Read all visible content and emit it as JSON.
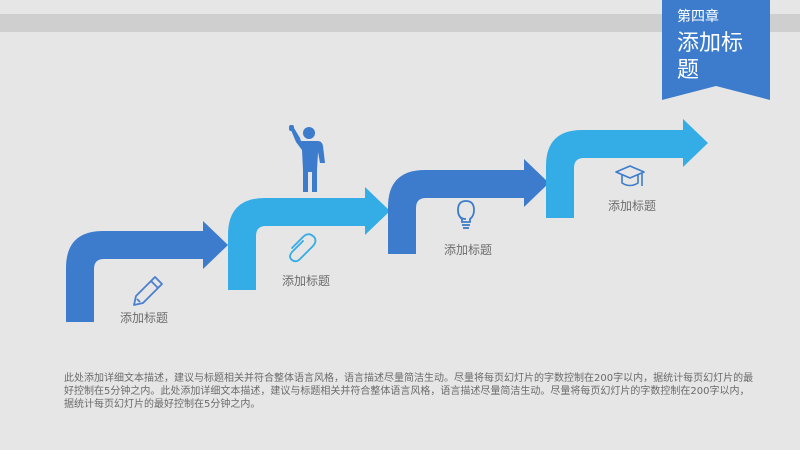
{
  "header": {
    "chapter_label": "第四章",
    "chapter_title": "添加标题",
    "accent_color": "#3d7ccc"
  },
  "steps": [
    {
      "label": "添加标题",
      "icon": "pencil-icon",
      "color": "#3d7ccc"
    },
    {
      "label": "添加标题",
      "icon": "paperclip-icon",
      "color": "#34ade6"
    },
    {
      "label": "添加标题",
      "icon": "lightbulb-icon",
      "color": "#3d7ccc"
    },
    {
      "label": "添加标题",
      "icon": "graduation-cap-icon",
      "color": "#34ade6"
    }
  ],
  "figure": {
    "icon": "person-waving-icon",
    "color": "#3d7ccc"
  },
  "description": "此处添加详细文本描述，建议与标题相关并符合整体语言风格，语言描述尽量简洁生动。尽量将每页幻灯片的字数控制在200字以内，据统计每页幻灯片的最好控制在5分钟之内。此处添加详细文本描述，建议与标题相关并符合整体语言风格，语言描述尽量简洁生动。尽量将每页幻灯片的字数控制在200字以内，据统计每页幻灯片的最好控制在5分钟之内。"
}
